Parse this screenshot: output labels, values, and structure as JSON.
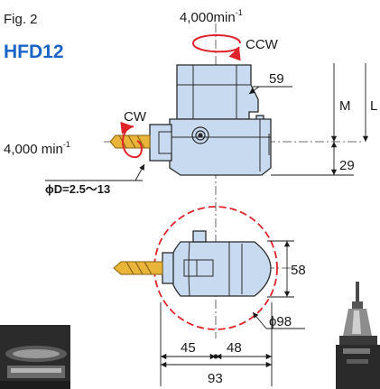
{
  "figure": {
    "caption": "Fig. 2",
    "model": "HFD12"
  },
  "spindle": {
    "speed_value": "4,000min",
    "speed_exp": "-1",
    "rotation": "CCW"
  },
  "output": {
    "speed_value": "4,000 min",
    "speed_exp": "-1",
    "rotation": "CW"
  },
  "dimensions": {
    "d59": "59",
    "M": "M",
    "L": "L",
    "d29": "29",
    "drill_range": "ϕD=2.5～13",
    "d58": "58",
    "d98": "ϕ98",
    "d45": "45",
    "d48": "48",
    "d93": "93"
  },
  "colors": {
    "body_fill": "#c8daf0",
    "body_stroke": "#2a2a2a",
    "arrow_red": "#e0232b",
    "model_blue": "#1a64c8",
    "drill_gold": "#e9b43a",
    "photo_dark": "#2b2b2b"
  }
}
